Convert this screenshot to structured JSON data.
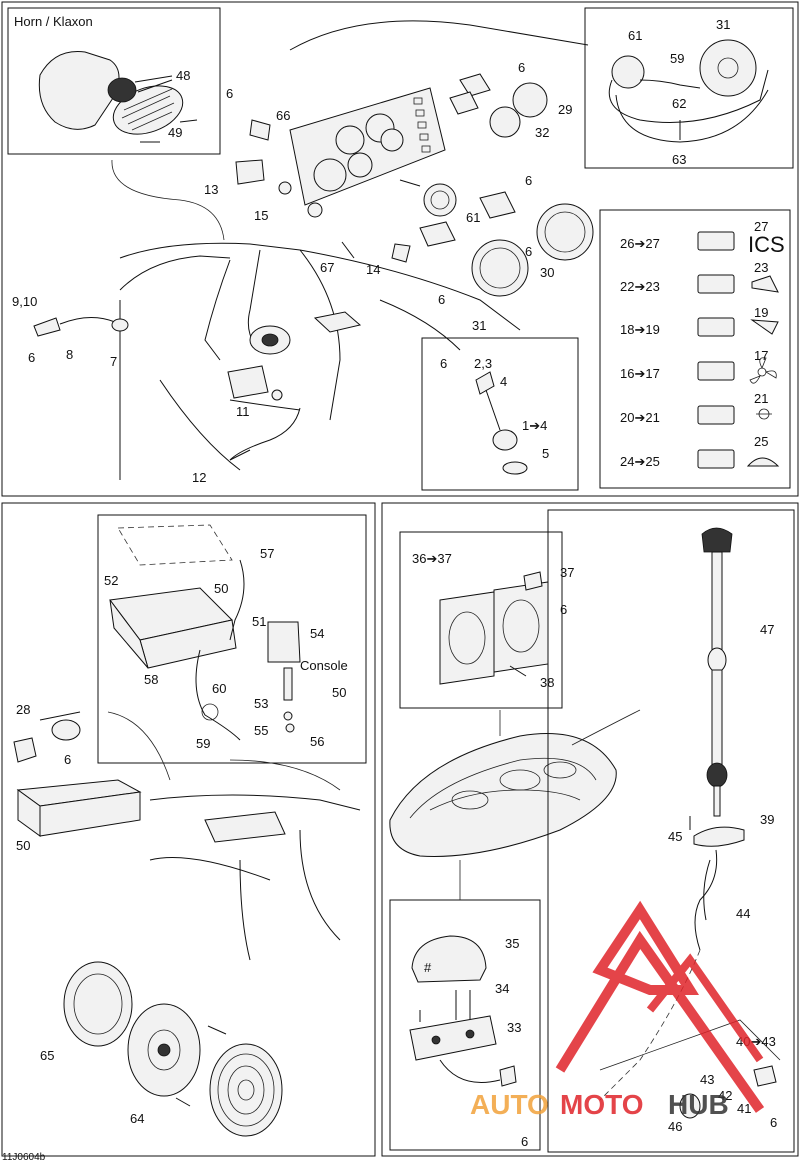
{
  "titles": {
    "horn": "Horn  / Klaxon",
    "console": "Console",
    "ics": "ICS",
    "figure_id": "11J0604b"
  },
  "watermark": {
    "text_auto": "AUTO",
    "text_moto": "MOTO",
    "text_hub": "HUB",
    "red": "#e0242a",
    "orange": "#f2a23a"
  },
  "callouts": {
    "c48": "48",
    "c49": "49",
    "c66": "66",
    "c6a": "6",
    "c13": "13",
    "c15": "15",
    "c67": "67",
    "c14": "14",
    "c910": "9,10",
    "c8": "8",
    "c7": "7",
    "c6b": "6",
    "c11": "11",
    "c12": "12",
    "c6c": "6",
    "c29": "29",
    "c32": "32",
    "c6d": "6",
    "c61": "61",
    "c30": "30",
    "c6e": "6",
    "c31": "31",
    "c6f": "6",
    "c23": "2,3",
    "c4": "4",
    "c14b": "1➔4",
    "c5": "5",
    "c61b": "61",
    "c31b": "31",
    "c59": "59",
    "c62": "62",
    "c63": "63",
    "s27": "27",
    "s2627": "26➔27",
    "s23": "23",
    "s2223": "22➔23",
    "s19": "19",
    "s1819": "18➔19",
    "s17": "17",
    "s1617": "16➔17",
    "s21": "21",
    "s2021": "20➔21",
    "s25": "25",
    "s2425": "24➔25",
    "c57": "57",
    "c52": "52",
    "c50": "50",
    "c51": "51",
    "c54": "54",
    "c58": "58",
    "c60": "60",
    "c53": "53",
    "c50b": "50",
    "c55": "55",
    "c56": "56",
    "c59b": "59",
    "c28": "28",
    "c6g": "6",
    "c50c": "50",
    "c65": "65",
    "c64": "64",
    "c3637": "36➔37",
    "c37": "37",
    "c6h": "6",
    "c38": "38",
    "c47": "47",
    "c45": "45",
    "c39": "39",
    "c44": "44",
    "c35": "35",
    "c34": "34",
    "c33": "33",
    "c6i": "6",
    "c4043": "40➔43",
    "c43": "43",
    "c42": "42",
    "c41": "41",
    "c46": "46",
    "c6j": "6"
  }
}
